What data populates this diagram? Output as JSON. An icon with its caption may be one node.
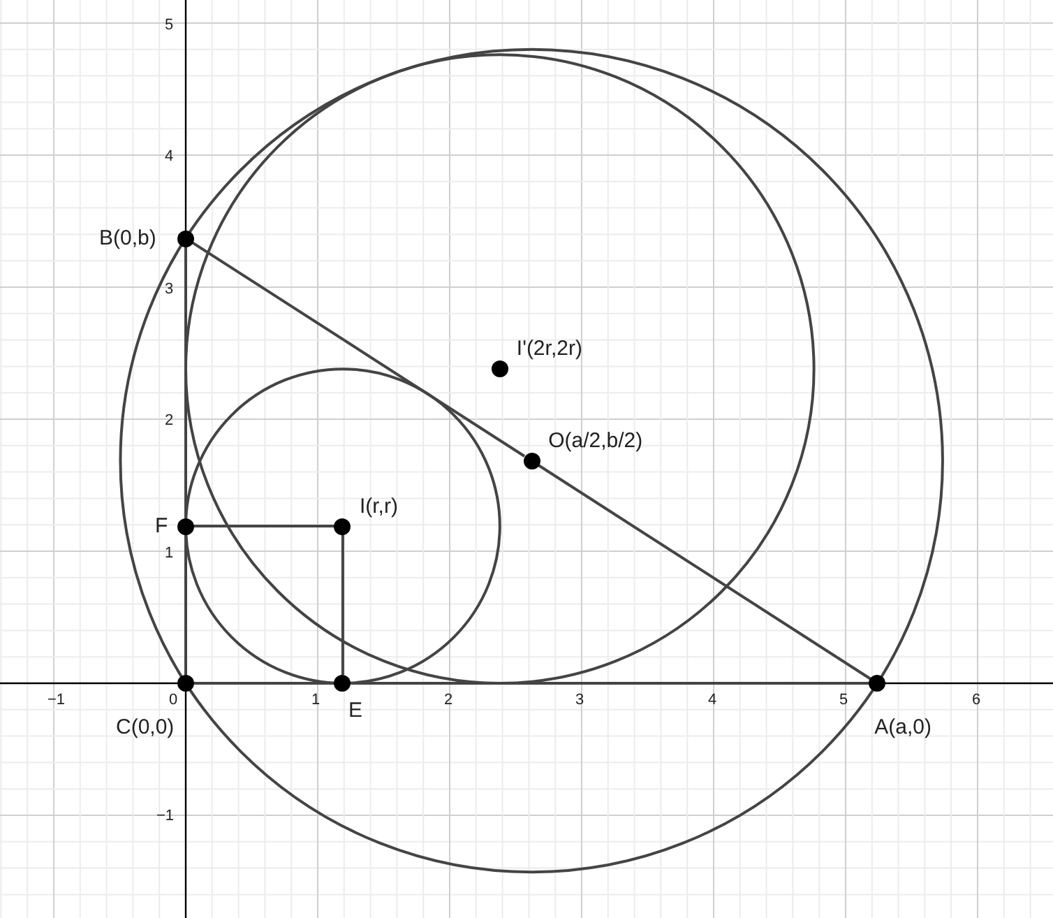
{
  "diagram": {
    "nodes": [
      {
        "text": [
          "B(0,b)"
        ]
      },
      {
        "text": [
          "I'(2r,2r)"
        ]
      },
      {
        "text": [
          "O(a/2,b/2)"
        ]
      },
      {
        "text": [
          "I(r,r)"
        ]
      },
      {
        "text": [
          "F"
        ]
      },
      {
        "text": [
          "C(0,0)"
        ]
      },
      {
        "text": [
          "E"
        ]
      },
      {
        "text": [
          "A(a,0)"
        ]
      }
    ],
    "edges": [
      {
        "from": 0,
        "to": 2,
        "arrow": "none"
      },
      {
        "from": 2,
        "to": 7,
        "arrow": "none"
      },
      {
        "from": 5,
        "to": 6,
        "arrow": "none"
      },
      {
        "from": 6,
        "to": 7,
        "arrow": "none"
      },
      {
        "from": 5,
        "to": 4,
        "arrow": "none"
      },
      {
        "from": 4,
        "to": 0,
        "arrow": "none"
      },
      {
        "from": 4,
        "to": 3,
        "arrow": "none"
      },
      {
        "from": 3,
        "to": 6,
        "arrow": "none"
      }
    ],
    "labels": [
      "5",
      "4",
      "3",
      "2",
      "1",
      "−1",
      "0",
      "1",
      "2",
      "3",
      "4",
      "5",
      "6",
      "−1"
    ]
  }
}
